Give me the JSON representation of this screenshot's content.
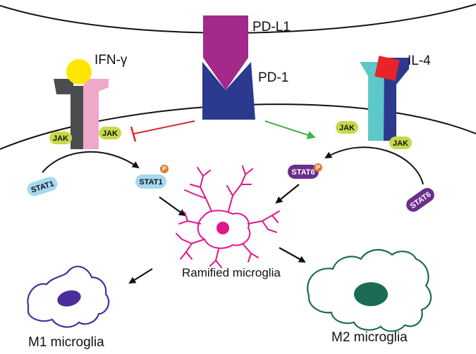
{
  "labels": {
    "pdl1": "PD-L1",
    "pd1": "PD-1",
    "ifng": "IFN-γ",
    "il4": "IL-4",
    "jak_left_1": "JAK",
    "jak_left_2": "JAK",
    "jak_right_1": "JAK",
    "jak_right_2": "JAK",
    "stat1": "STAT1",
    "stat1_p": "STAT1",
    "stat6_p": "STAT6",
    "stat6": "STAT6",
    "phospho": "P",
    "ramified": "Ramified microglia",
    "m1": "M1 microglia",
    "m2": "M2 microglia"
  },
  "colors": {
    "pdl1": "#a32a8a",
    "pd1": "#2b3a8f",
    "ifng": "#ffe600",
    "il4": "#e8232a",
    "jak": "#c8d84a",
    "stat1": "#a6d8f0",
    "stat6": "#6b2e8c",
    "phospho": "#e07a2a",
    "inhibit": "#d8262b",
    "activate": "#3cb44a",
    "ramified": "#e0168a",
    "m1": "#4b2e9a",
    "m2": "#1c6b54"
  }
}
